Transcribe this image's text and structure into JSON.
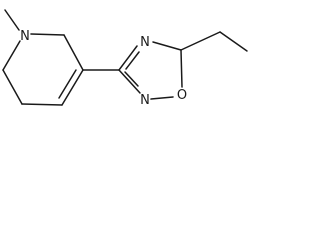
{
  "molecule": {
    "atoms": {
      "piperidine_n": "N",
      "oxadiazole_n_top": "N",
      "oxadiazole_n_bottom": "N",
      "oxadiazole_o": "O"
    }
  }
}
